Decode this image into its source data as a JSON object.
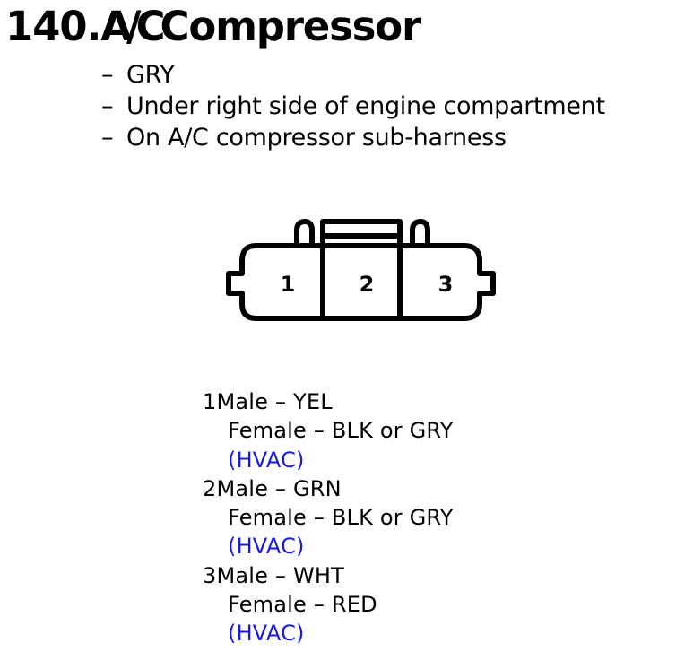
{
  "document": {
    "title_number": "140.",
    "title_ac": "A/C",
    "title_name": "Compressor",
    "details": [
      {
        "dash": "–",
        "text": "GRY"
      },
      {
        "dash": "–",
        "text": "Under right side of engine compartment"
      },
      {
        "dash": "–",
        "text": "On A/C compressor sub-harness"
      }
    ]
  },
  "connector": {
    "icon": "three-pin-connector-face",
    "pin_labels": [
      "1",
      "2",
      "3"
    ],
    "stroke_color": "#000000"
  },
  "pins": [
    {
      "number": "1",
      "male_label": "Male",
      "male_color": "YEL",
      "female_label": "Female",
      "female_color": "BLK or GRY",
      "system": "(HVAC)"
    },
    {
      "number": "2",
      "male_label": "Male",
      "male_color": "GRN",
      "female_label": "Female",
      "female_color": "BLK or GRY",
      "system": "(HVAC)"
    },
    {
      "number": "3",
      "male_label": "Male",
      "male_color": "WHT",
      "female_label": "Female",
      "female_color": "RED",
      "system": "(HVAC)"
    }
  ],
  "colors": {
    "text": "#000000",
    "link_blue": "#1a1ae6",
    "background": "#ffffff"
  }
}
